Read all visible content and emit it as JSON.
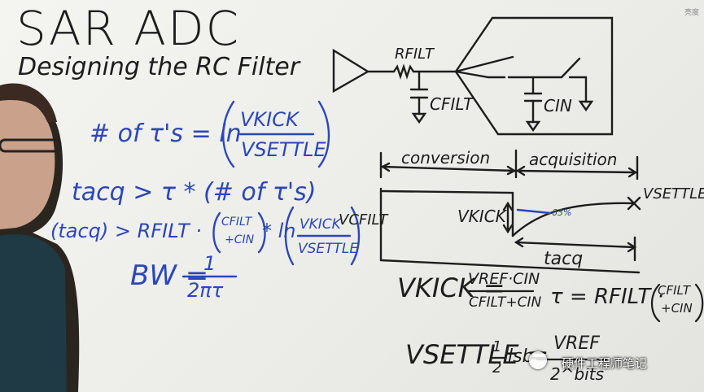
{
  "board": {
    "title": "SAR ADC",
    "subtitle": "Designing the RC Filter",
    "corner_mark": "亮度"
  },
  "left_equations": {
    "num_tau_prefix": "# of τ's = ln",
    "num_tau_num": "VKICK",
    "num_tau_den": "VSETTLE",
    "tacg_line": "tacq > τ * (# of τ's)",
    "tacq_line_prefix": "(tacq) > RFILT ·",
    "tacq_frac_num": "CFILT",
    "tacq_frac_den": "+CIN",
    "tacq_ln": "* ln",
    "tacq_ln_num": "VKICK",
    "tacq_ln_den": "VSETTLE",
    "bw_lhs": "BW =",
    "bw_num": "1",
    "bw_den": "2πτ"
  },
  "circuit": {
    "rfilt_label": "RFILT",
    "cfilt_label": "CFILT",
    "cin_label": "CIN"
  },
  "timing": {
    "conversion": "conversion",
    "acquisition": "acquisition",
    "vsettle": "VSETTLE",
    "vkick": "VKICK",
    "vcfilt": "VCFILT",
    "percent": "63%",
    "tacq": "tacq"
  },
  "right_equations": {
    "vkick_lhs": "VKICK =",
    "vkick_num": "VREF·CIN",
    "vkick_den": "CFILT+CIN",
    "tau_lhs": "τ = RFILT ·",
    "tau_num": "CFILT",
    "tau_den": "+CIN",
    "vsettle_lhs": "VSETTLE = ",
    "vsettle_frac_num": "1",
    "vsettle_frac_den": "2",
    "vsettle_lsb": "lsb",
    "vsettle_vref": "VREF",
    "vsettle_bits": "2^bits"
  },
  "watermark": {
    "text": "硬件工程师笔记"
  }
}
